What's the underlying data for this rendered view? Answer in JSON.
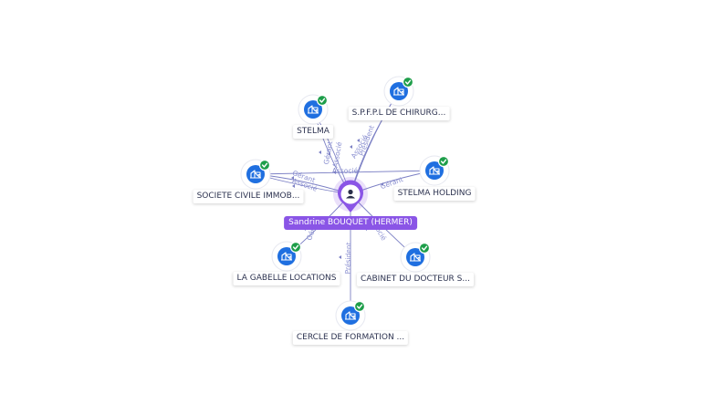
{
  "center": {
    "name": "Sandrine BOUQUET (HERMER)",
    "icon": "person-icon",
    "color": "#8a55e6"
  },
  "companies": [
    {
      "id": "stelma",
      "name": "STELMA",
      "icon": "building-icon",
      "verified": true
    },
    {
      "id": "spfpl",
      "name": "S.P.F.P.L DE CHIRURG...",
      "icon": "building-icon",
      "verified": true
    },
    {
      "id": "societe",
      "name": "SOCIETE CIVILE IMMOB...",
      "icon": "building-icon",
      "verified": true
    },
    {
      "id": "holding",
      "name": "STELMA HOLDING",
      "icon": "building-icon",
      "verified": true
    },
    {
      "id": "gabelle",
      "name": "LA GABELLE LOCATIONS",
      "icon": "building-icon",
      "verified": true
    },
    {
      "id": "cabinet",
      "name": "CABINET DU DOCTEUR S...",
      "icon": "building-icon",
      "verified": true
    },
    {
      "id": "cercle",
      "name": "CERCLE DE FORMATION ...",
      "icon": "building-icon",
      "verified": true
    }
  ],
  "relations": [
    {
      "from": "center",
      "to": "stelma",
      "labels": [
        "Gérant",
        "Associé"
      ]
    },
    {
      "from": "center",
      "to": "spfpl",
      "labels": [
        "Président",
        "Associé"
      ]
    },
    {
      "from": "center",
      "to": "societe",
      "labels": [
        "Gérant",
        "Associé"
      ]
    },
    {
      "from": "center",
      "to": "holding",
      "labels": [
        "Gérant"
      ]
    },
    {
      "from": "societe",
      "to": "holding",
      "labels": [
        "Associé"
      ]
    },
    {
      "from": "center",
      "to": "gabelle",
      "labels": [
        "Gérant"
      ]
    },
    {
      "from": "center",
      "to": "cabinet",
      "labels": [
        "Associé"
      ]
    },
    {
      "from": "center",
      "to": "cercle",
      "labels": [
        "Président"
      ]
    }
  ],
  "colors": {
    "company": "#1f6fe0",
    "verified": "#1e9e4a",
    "edge": "#7b7fc4",
    "edge_label": "#8a8fd0"
  }
}
